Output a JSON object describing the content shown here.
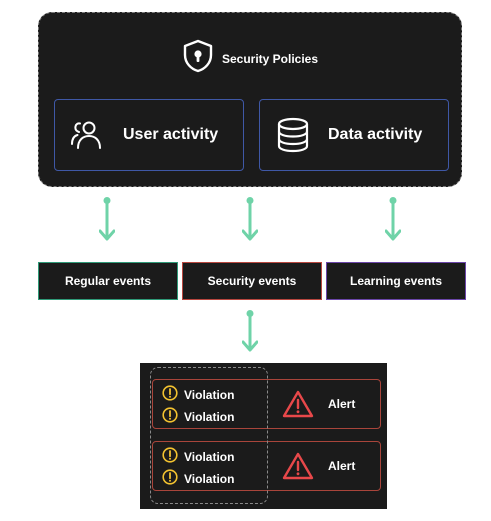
{
  "policies": {
    "title": "Security Policies",
    "icon": "shield-lock-icon",
    "cards": [
      {
        "label": "User activity",
        "icon": "users-icon"
      },
      {
        "label": "Data activity",
        "icon": "database-icon"
      }
    ]
  },
  "events": [
    {
      "label": "Regular events",
      "border_color": "#2f9a78"
    },
    {
      "label": "Security events",
      "border_color": "#b8473f"
    },
    {
      "label": "Learning events",
      "border_color": "#6b46a9"
    }
  ],
  "alerts": {
    "rows": [
      {
        "violations": [
          "Violation",
          "Violation"
        ],
        "alert": "Alert"
      },
      {
        "violations": [
          "Violation",
          "Violation"
        ],
        "alert": "Alert"
      }
    ]
  },
  "colors": {
    "arrow": "#6fd3a8",
    "warning_yellow": "#f2c230",
    "alert_red": "#e8484a"
  }
}
